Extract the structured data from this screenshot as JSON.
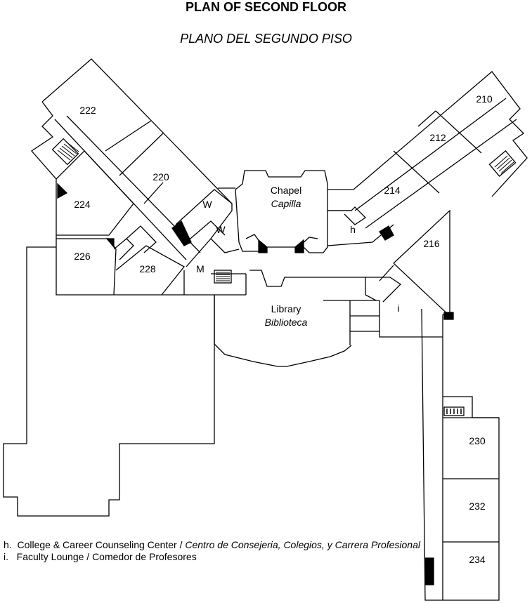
{
  "title": "PLAN OF SECOND FLOOR",
  "subtitle": "PLANO DEL SEGUNDO PISO",
  "rooms": {
    "r222": "222",
    "r220": "220",
    "r224": "224",
    "r226": "226",
    "r228": "228",
    "r210": "210",
    "r212": "212",
    "r214": "214",
    "r216": "216",
    "r230": "230",
    "r232": "232",
    "r234": "234"
  },
  "markers": {
    "w1": "W",
    "w2": "W",
    "m": "M",
    "h": "h",
    "i": "i"
  },
  "chapel": {
    "name": "Chapel",
    "name_es": "Capilla"
  },
  "library": {
    "name": "Library",
    "name_es": "Biblioteca"
  },
  "legend": [
    {
      "key": "h.",
      "text_en": "College & Career Counseling Center / ",
      "text_es": "Centro de Consejeria, Colegios, y Carrera Profesional"
    },
    {
      "key": "i.",
      "text_en": "Faculty Lounge / Comedor de Profesores",
      "text_es": ""
    }
  ]
}
